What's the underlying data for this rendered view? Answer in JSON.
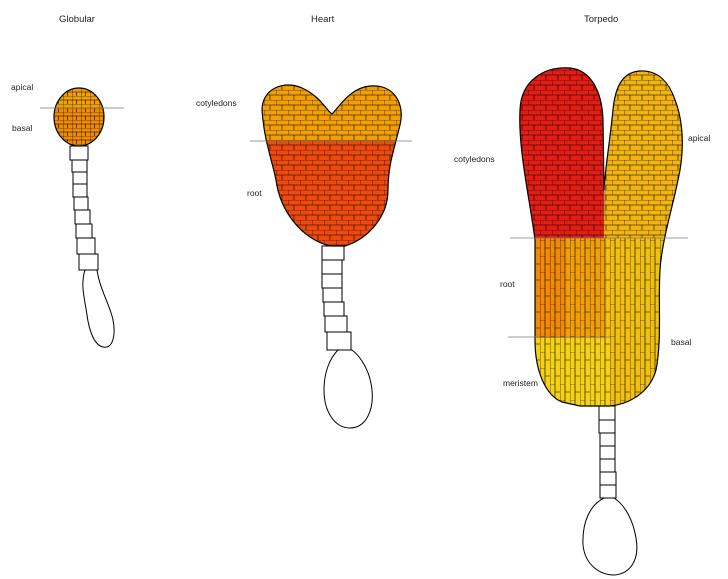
{
  "stages": [
    {
      "title": "Globular",
      "labels": [
        "apical",
        "basal"
      ]
    },
    {
      "title": "Heart",
      "labels": [
        "cotyledons",
        "root"
      ]
    },
    {
      "title": "Torpedo",
      "labels": [
        "cotyledons",
        "apical",
        "root",
        "basal",
        "meristem"
      ]
    }
  ],
  "colors": {
    "red": "#e21e14",
    "red_orange": "#ee4a0c",
    "orange": "#f08a00",
    "amber": "#f2a000",
    "yellow": "#f2bc10",
    "pale_yellow": "#f5d214"
  }
}
